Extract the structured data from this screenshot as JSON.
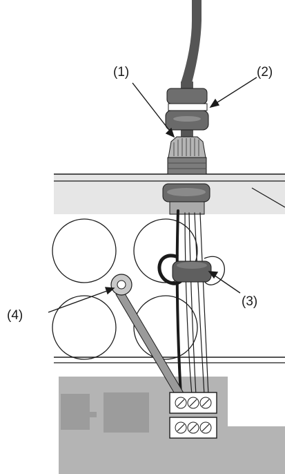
{
  "callouts": {
    "c1": "(1)",
    "c2": "(2)",
    "c3": "(3)",
    "c4": "(4)"
  },
  "colors": {
    "outline": "#1a1a1a",
    "panel": "#e6e6e6",
    "board": "#b4b4b4",
    "chip": "#9c9c9c",
    "cable": "#555555",
    "ferrite": "#5f5f5f"
  }
}
